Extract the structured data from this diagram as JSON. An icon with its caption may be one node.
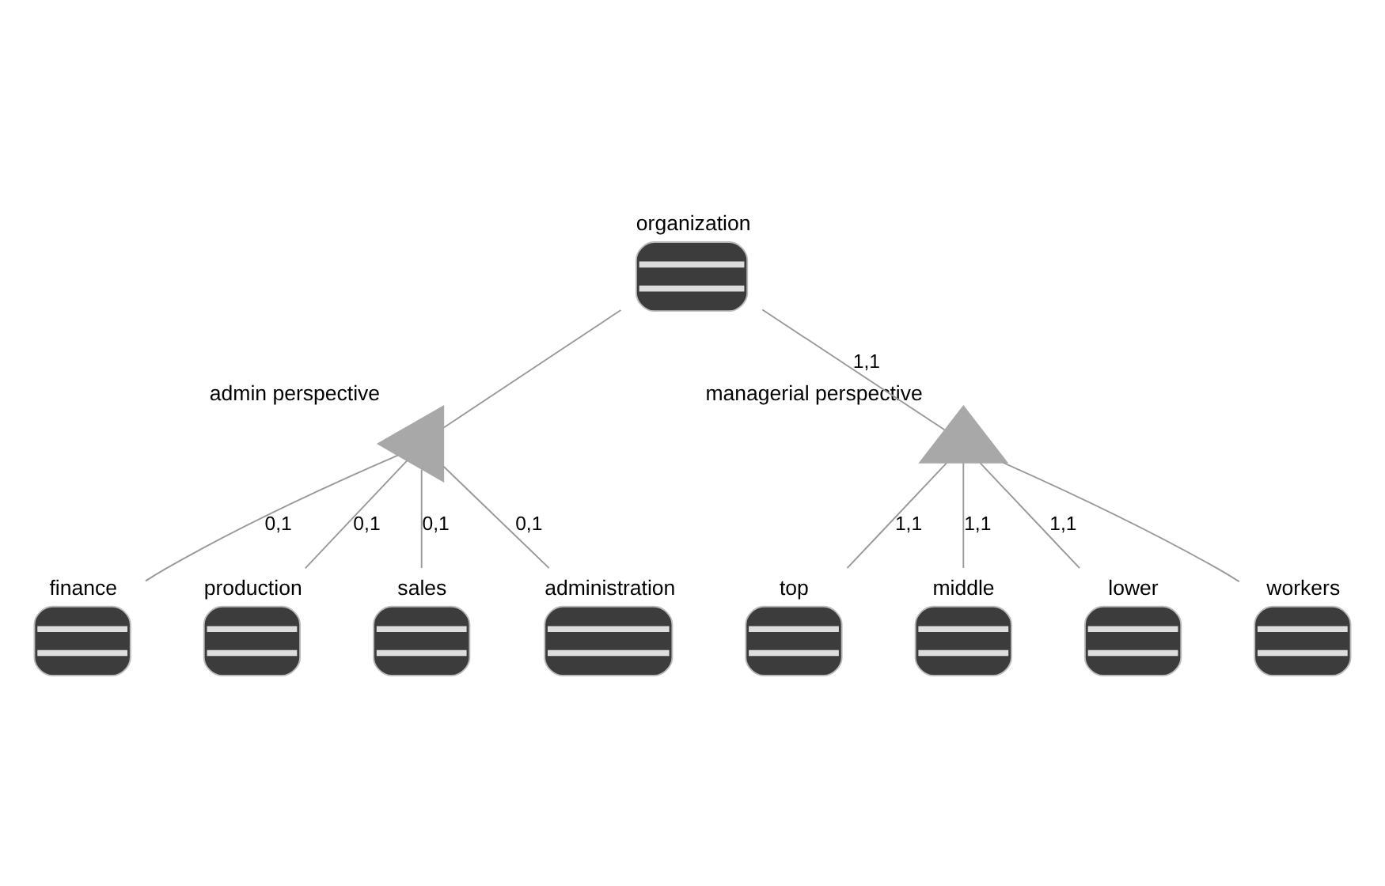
{
  "diagram": {
    "nodes": [
      {
        "text": [
          "organization"
        ]
      },
      {
        "text": [],
        "shape": "triangle",
        "beside": [
          "admin perspective"
        ]
      },
      {
        "text": [
          "finance"
        ]
      },
      {
        "text": [
          "production"
        ]
      },
      {
        "text": [
          "sales"
        ]
      },
      {
        "text": [
          "administration"
        ]
      },
      {
        "text": [],
        "shape": "triangle",
        "beside": [
          "managerial perspective"
        ]
      },
      {
        "text": [
          "top"
        ]
      },
      {
        "text": [
          "middle"
        ]
      },
      {
        "text": [
          "lower"
        ]
      },
      {
        "text": [
          "workers"
        ]
      }
    ],
    "edges": [
      {
        "from": 0,
        "to": 1,
        "arrow": "none"
      },
      {
        "from": 1,
        "to": 2,
        "arrow": "none",
        "label": "0,1"
      },
      {
        "from": 1,
        "to": 3,
        "arrow": "none",
        "label": "0,1"
      },
      {
        "from": 1,
        "to": 4,
        "arrow": "none",
        "label": "0,1"
      },
      {
        "from": 1,
        "to": 5,
        "arrow": "none",
        "label": "0,1"
      },
      {
        "from": 0,
        "to": 6,
        "arrow": "none",
        "label": "1,1"
      },
      {
        "from": 6,
        "to": 7,
        "arrow": "none",
        "label": "1,1"
      },
      {
        "from": 6,
        "to": 8,
        "arrow": "none",
        "label": "1,1"
      },
      {
        "from": 6,
        "to": 9,
        "arrow": "none",
        "label": "1,1"
      },
      {
        "from": 6,
        "to": 10,
        "arrow": "none"
      }
    ]
  }
}
